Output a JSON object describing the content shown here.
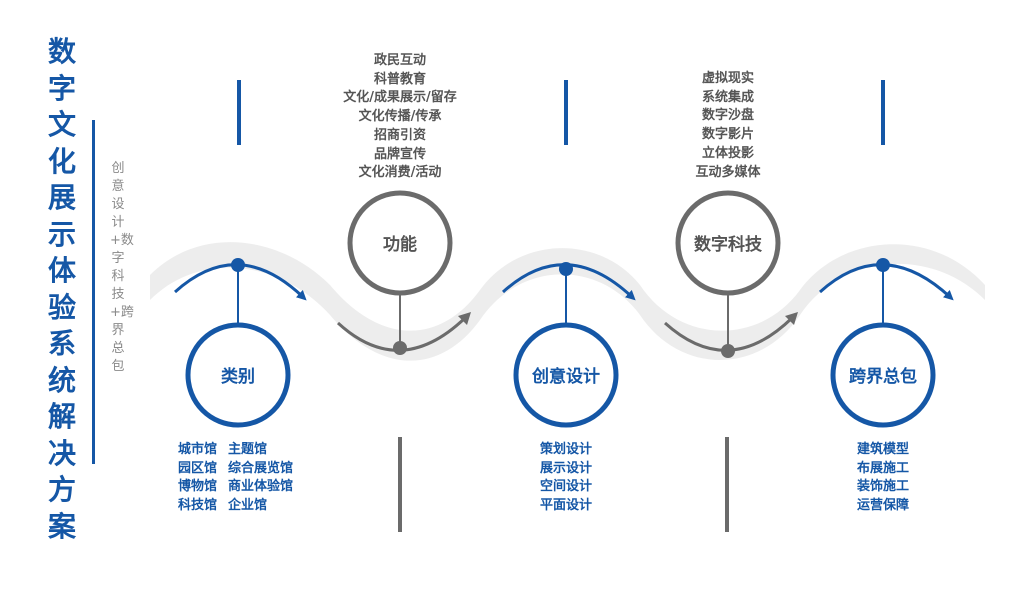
{
  "title": "数字文化展示体验系统解决方案",
  "subtitle": "创意设计+数字科技+跨界总包",
  "colors": {
    "blue": "#1557a6",
    "gray": "#6b6b6b",
    "band": "#ededed"
  },
  "nodes": [
    {
      "label": "类别",
      "color": "blue"
    },
    {
      "label": "功能",
      "color": "gray"
    },
    {
      "label": "创意设计",
      "color": "blue"
    },
    {
      "label": "数字科技",
      "color": "gray"
    },
    {
      "label": "跨界总包",
      "color": "blue"
    }
  ],
  "function_items": [
    "政民互动",
    "科普教育",
    "文化/成果展示/留存",
    "文化传播/传承",
    "招商引资",
    "品牌宣传",
    "文化消费/活动"
  ],
  "tech_items": [
    "虚拟现实",
    "系统集成",
    "数字沙盘",
    "数字影片",
    "立体投影",
    "互动多媒体"
  ],
  "category_items": [
    [
      "城市馆",
      "主题馆"
    ],
    [
      "园区馆",
      "综合展览馆"
    ],
    [
      "博物馆",
      "商业体验馆"
    ],
    [
      "科技馆",
      "企业馆"
    ]
  ],
  "design_items": [
    "策划设计",
    "展示设计",
    "空间设计",
    "平面设计"
  ],
  "contract_items": [
    "建筑模型",
    "布展施工",
    "装饰施工",
    "运营保障"
  ]
}
